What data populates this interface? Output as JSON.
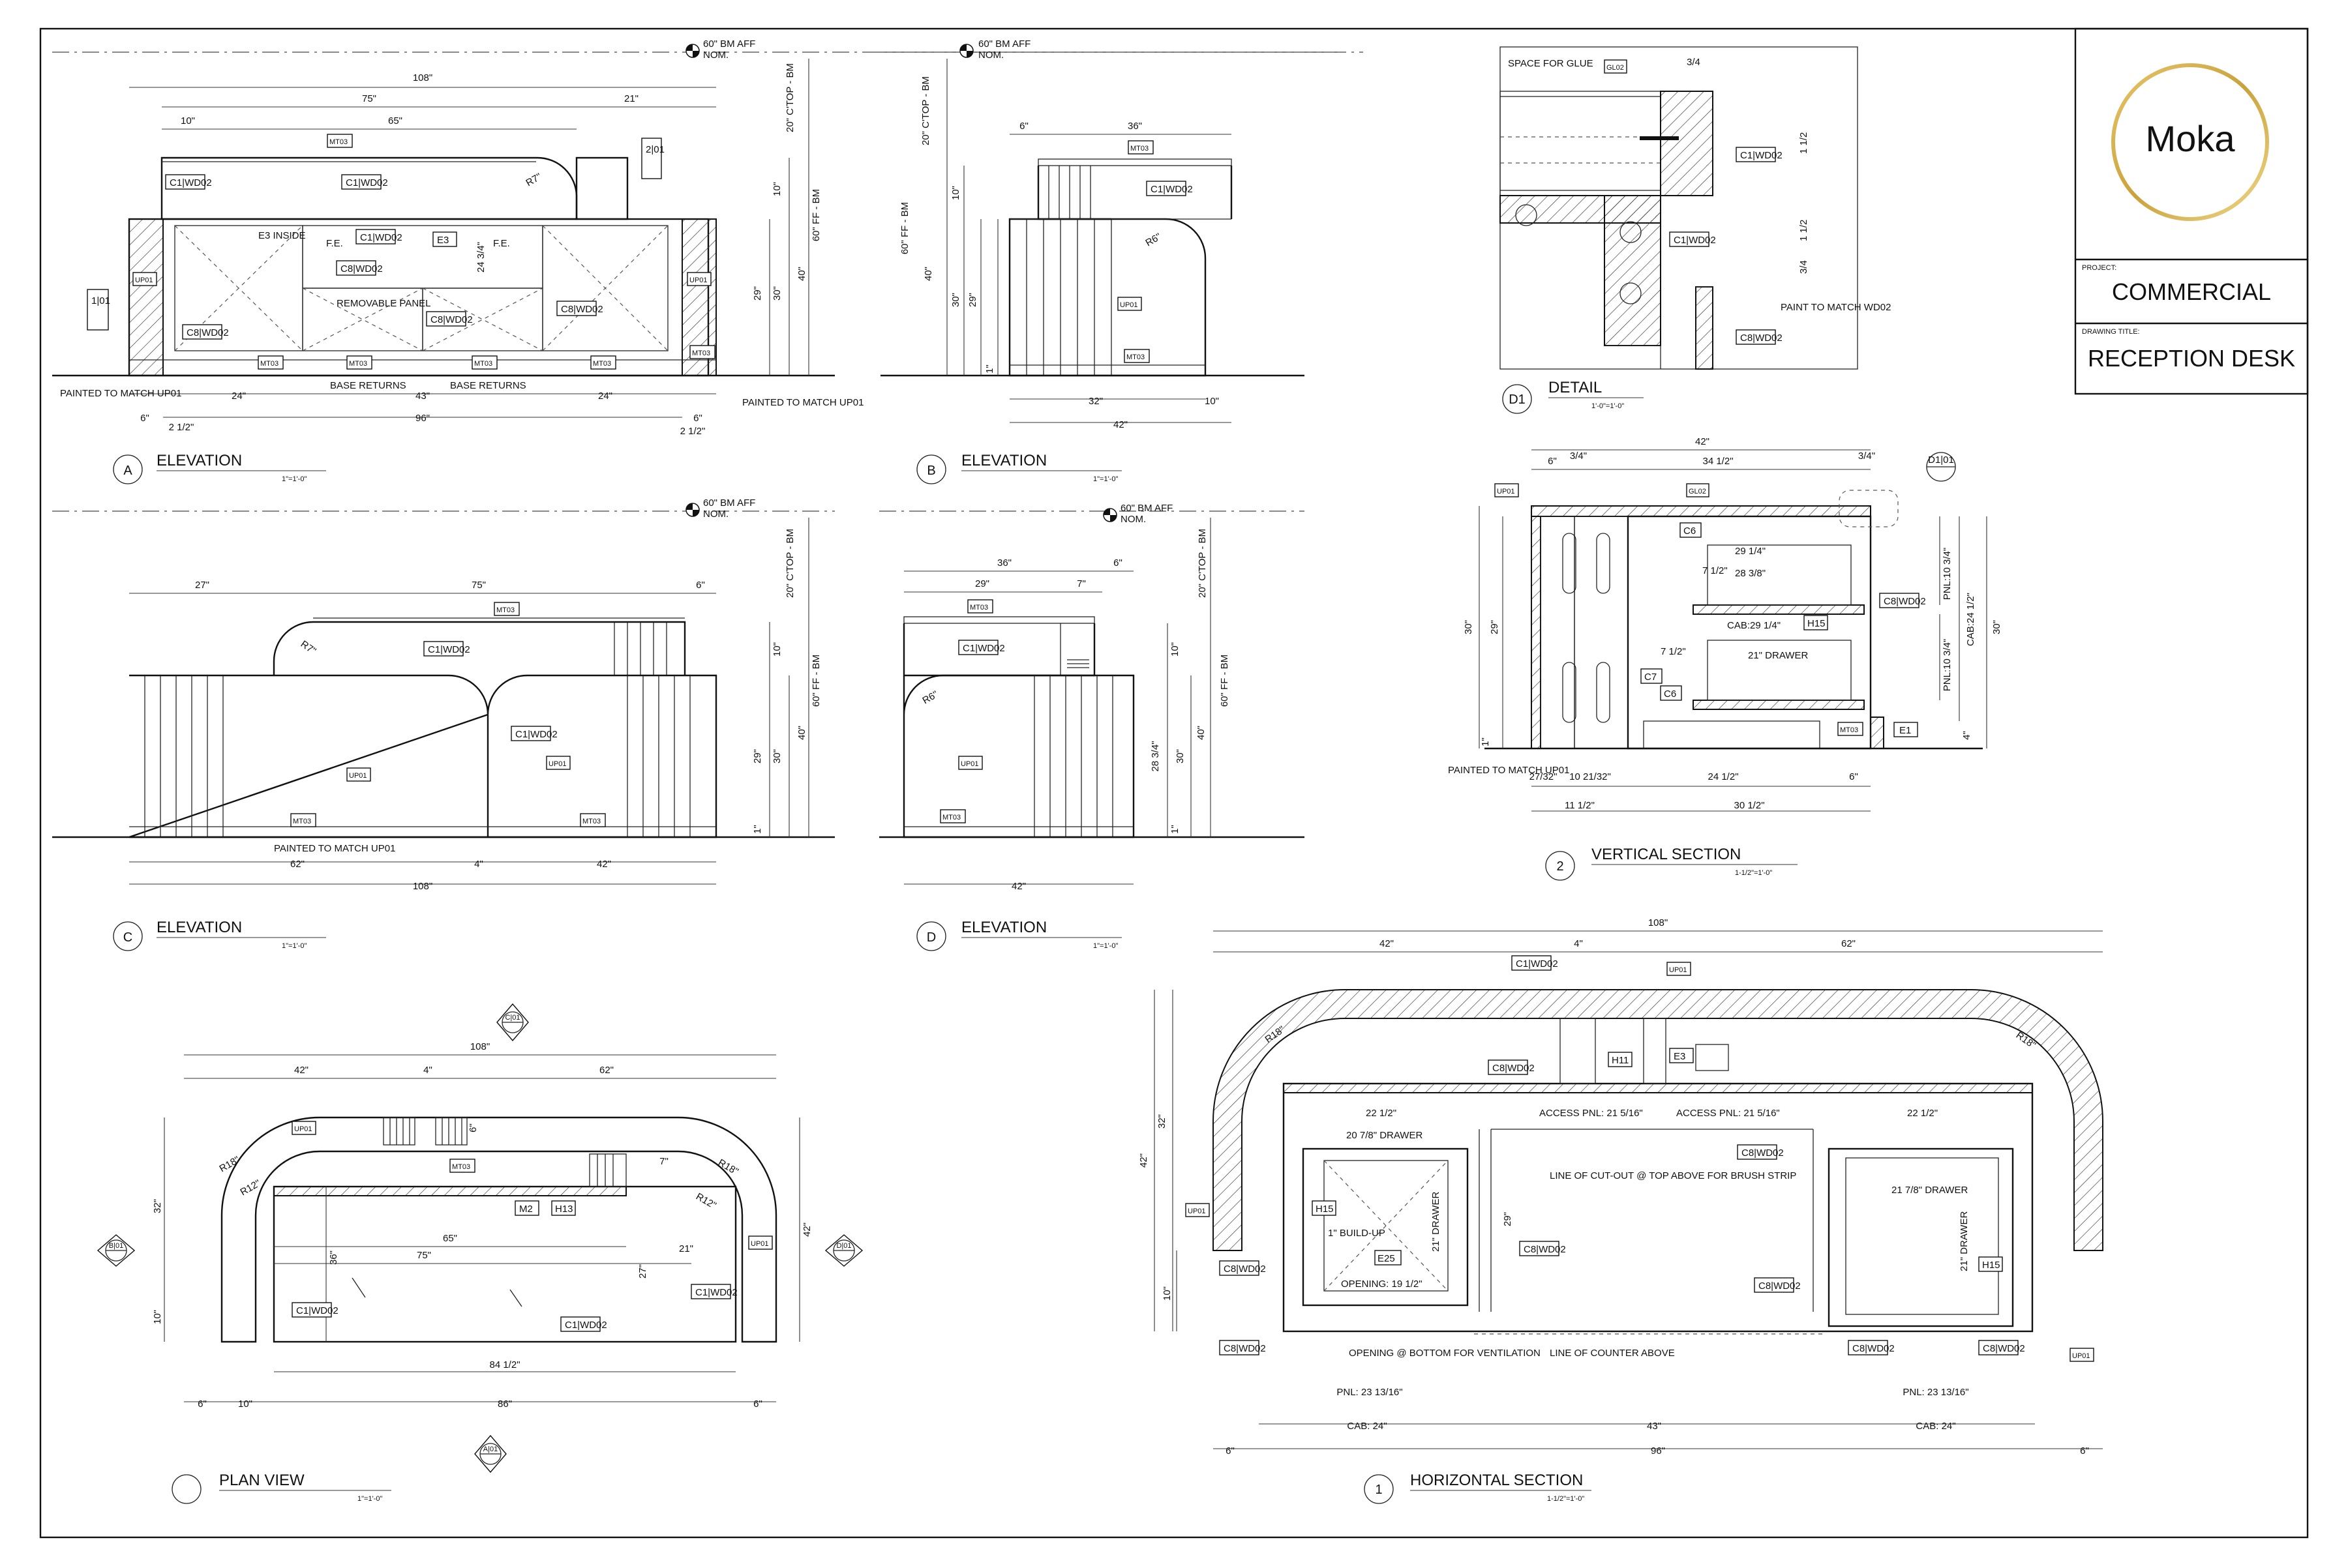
{
  "title_block": {
    "logo": "Moka",
    "project_label": "PROJECT:",
    "project": "COMMERCIAL",
    "drawing_title_label": "DRAWING TITLE:",
    "drawing_title": "RECEPTION DESK"
  },
  "views": [
    {
      "id": "A",
      "title": "ELEVATION",
      "scale": "1\"=1'-0\""
    },
    {
      "id": "B",
      "title": "ELEVATION",
      "scale": "1\"=1'-0\""
    },
    {
      "id": "C",
      "title": "ELEVATION",
      "scale": "1\"=1'-0\""
    },
    {
      "id": "D",
      "title": "ELEVATION",
      "scale": "1\"=1'-0\""
    },
    {
      "id": "D1",
      "title": "DETAIL",
      "scale": "1'-0\"=1'-0\""
    },
    {
      "id": "2",
      "title": "VERTICAL SECTION",
      "scale": "1-1/2\"=1'-0\""
    },
    {
      "id": "",
      "title": "PLAN VIEW",
      "scale": "1\"=1'-0\""
    },
    {
      "id": "1",
      "title": "HORIZONTAL SECTION",
      "scale": "1-1/2\"=1'-0\""
    }
  ],
  "levels": {
    "bm_aff": "60\" BM AFF",
    "nom": "NOM.",
    "ctop_bm": "20\" C'TOP - BM",
    "ff_bm": "60\" FF - BM"
  },
  "elevation_a": {
    "dims_top": [
      "108\"",
      "75\"",
      "21\"",
      "10\"",
      "65\""
    ],
    "dims_bottom": [
      "24\"",
      "43\"",
      "24\"",
      "96\"",
      "6\"",
      "6\"",
      "2 1/2\"",
      "2 1/2\""
    ],
    "dims_right": [
      "10\"",
      "30\"",
      "29\"",
      "40\""
    ],
    "notes": [
      "E3 INSIDE",
      "F.E.",
      "F.E.",
      "REMOVABLE PANEL",
      "BASE RETURNS",
      "BASE RETURNS",
      "PAINTED TO MATCH UP01",
      "PAINTED TO MATCH UP01",
      "R7\"",
      "24 3/4\""
    ],
    "tags": [
      "C1|WD02",
      "C1|WD02",
      "C1|WD02",
      "E3",
      "C8|WD02",
      "C8|WD02",
      "C8|WD02",
      "C8|WD02",
      "MT03",
      "MT03",
      "MT03",
      "MT03",
      "MT03",
      "MT03",
      "UP01",
      "UP01",
      "2|01",
      "1|01"
    ]
  },
  "elevation_b": {
    "dims": [
      "6\"",
      "36\"",
      "32\"",
      "10\"",
      "42\"",
      "10\"",
      "40\"",
      "30\"",
      "29\"",
      "1\""
    ],
    "notes": [
      "R6\""
    ],
    "tags": [
      "MT03",
      "C1|WD02",
      "UP01",
      "MT03"
    ]
  },
  "elevation_c": {
    "dims": [
      "27\"",
      "75\"",
      "6\"",
      "62\"",
      "4\"",
      "42\"",
      "108\"",
      "10\"",
      "40\"",
      "30\"",
      "29\"",
      "1\""
    ],
    "notes": [
      "R7\"",
      "PAINTED TO MATCH UP01"
    ],
    "tags": [
      "MT03",
      "C1|WD02",
      "C1|WD02",
      "UP01",
      "UP01",
      "MT03",
      "MT03"
    ]
  },
  "elevation_d": {
    "dims": [
      "36\"",
      "29\"",
      "7\"",
      "6\"",
      "42\"",
      "10\"",
      "40\"",
      "30\"",
      "28 3/4\"",
      "1\""
    ],
    "notes": [
      "R6\""
    ],
    "tags": [
      "MT03",
      "C1|WD02",
      "UP01",
      "MT03"
    ]
  },
  "detail_d1": {
    "notes": [
      "SPACE FOR GLUE",
      "PAINT TO MATCH WD02",
      "3/4",
      "1 1/2",
      "1 1/2",
      "3/4"
    ],
    "tags": [
      "GL02",
      "C1|WD02",
      "C1|WD02",
      "C8|WD02"
    ]
  },
  "vertical_section": {
    "dims": [
      "42\"",
      "6\"",
      "34 1/2\"",
      "3/4\"",
      "3/4\"",
      "11 1/2\"",
      "30 1/2\"",
      "24 1/2\"",
      "6\"",
      "30\"",
      "29\"",
      "1\"",
      "CAB:24 1/2\"",
      "PNL:10 3/4\"",
      "PNL:10 3/4\"",
      "30\"",
      "4\"",
      "27/32\"",
      "10 21/32\""
    ],
    "notes": [
      "CAB:29 1/4\"",
      "21\" DRAWER",
      "29 1/4\"",
      "28 3/8\"",
      "7 1/2\"",
      "7 1/2\"",
      "PAINTED TO MATCH UP01"
    ],
    "tags": [
      "UP01",
      "GL02",
      "C6",
      "C6",
      "C7",
      "H15",
      "C8|WD02",
      "MT03",
      "E1",
      "D1|01"
    ]
  },
  "plan_view": {
    "dims": [
      "108\"",
      "42\"",
      "4\"",
      "62\"",
      "65\"",
      "75\"",
      "36\"",
      "84 1/2\"",
      "86\"",
      "6\"",
      "10\"",
      "6\"",
      "32\"",
      "10\"",
      "42\"",
      "27\"",
      "21\"",
      "7\"",
      "6\""
    ],
    "notes": [
      "R18\"",
      "R12\"",
      "R12\"",
      "R18\""
    ],
    "tags": [
      "UP01",
      "MT03",
      "M2",
      "H13",
      "UP01",
      "C1|WD02",
      "C1|WD02",
      "C1|WD02"
    ],
    "markers": [
      "C|01",
      "A|01",
      "B|01",
      "D|01"
    ]
  },
  "horizontal_section": {
    "dims_top": [
      "108\"",
      "42\"",
      "4\"",
      "62\""
    ],
    "dims_bottom": [
      "CAB: 24\"",
      "43\"",
      "CAB: 24\"",
      "96\"",
      "6\"",
      "6\"",
      "PNL: 23 13/16\"",
      "PNL: 23 13/16\""
    ],
    "notes": [
      "R18\"",
      "R18\"",
      "ACCESS PNL: 21 5/16\"",
      "ACCESS PNL: 21 5/16\"",
      "20 7/8\" DRAWER",
      "21 7/8\" DRAWER",
      "21\" DRAWER",
      "21\" DRAWER",
      "1\" BUILD-UP",
      "OPENING: 19 1/2\"",
      "LINE OF CUT-OUT @ TOP ABOVE FOR BRUSH STRIP",
      "OPENING @ BOTTOM FOR VENTILATION",
      "LINE OF COUNTER ABOVE",
      "22 1/2\"",
      "22 1/2\"",
      "29\"",
      "32\"",
      "42\"",
      "10\""
    ],
    "tags": [
      "C1|WD02",
      "UP01",
      "E3",
      "H11",
      "C8|WD02",
      "C8|WD02",
      "C8|WD02",
      "C8|WD02",
      "C8|WD02",
      "C8|WD02",
      "C8|WD02",
      "C8|WD02",
      "H15",
      "H15",
      "E25",
      "UP01",
      "UP01"
    ]
  }
}
